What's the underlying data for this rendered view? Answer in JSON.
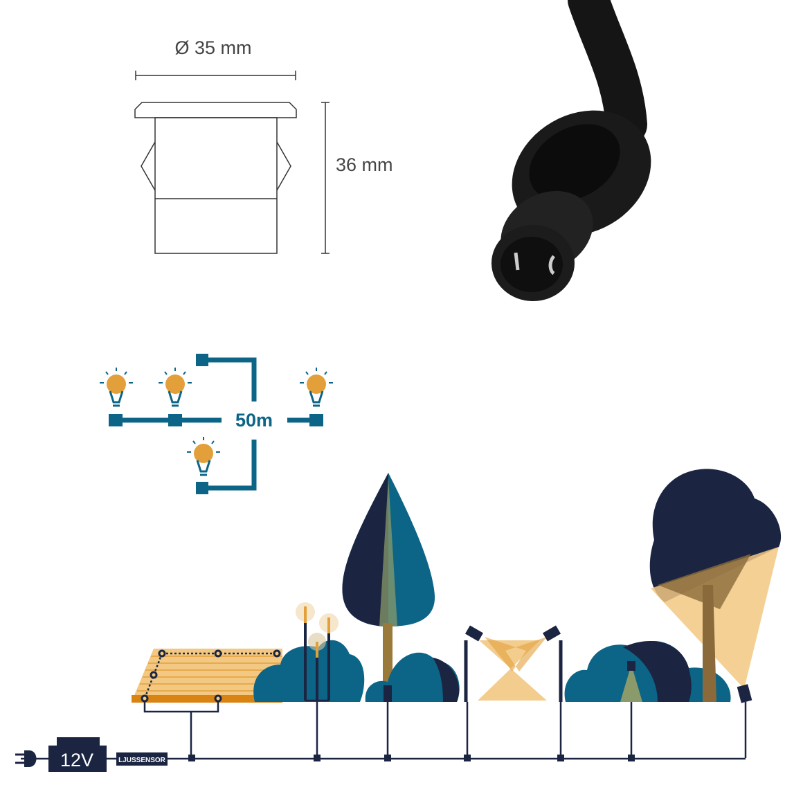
{
  "dimensions": {
    "diameter_label": "Ø 35 mm",
    "height_label": "36 mm"
  },
  "chain": {
    "length_label": "50m"
  },
  "wiring": {
    "transformer_label": "12V",
    "sensor_label": "LJUSSENSOR"
  },
  "colors": {
    "navy": "#1b2542",
    "teal": "#0c6586",
    "orange": "#e3a03a",
    "light_orange": "#f2c882",
    "beige": "#d8c8a0"
  }
}
